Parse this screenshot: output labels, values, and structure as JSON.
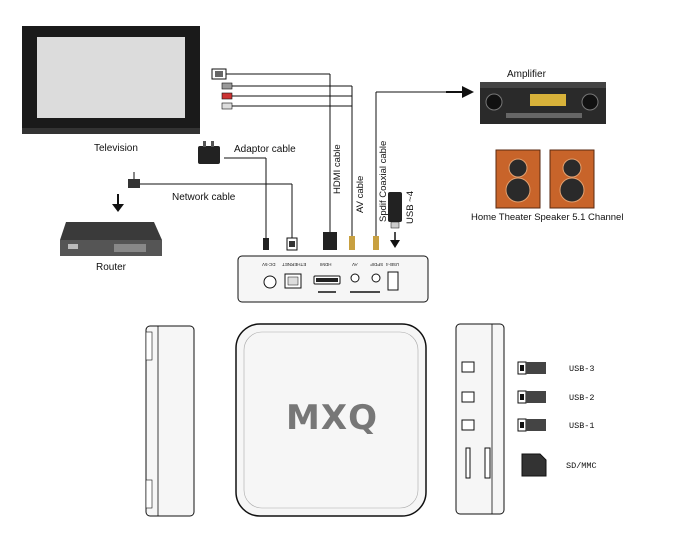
{
  "labels": {
    "television": "Television",
    "adaptor_cable": "Adaptor cable",
    "network_cable": "Network cable",
    "router": "Router",
    "hdmi_cable": "HDMI cable",
    "av_cable": "AV cable",
    "spdif_cable": "Spdif Coaxial cable",
    "usb4": "USB ~4",
    "amplifier": "Amplifier",
    "speakers": "Home Theater Speaker 5.1 Channel"
  },
  "ports": {
    "dc": "DC-5V",
    "ethernet": "ETHERNET",
    "hdmi": "HDMI",
    "av": "AV",
    "spdif": "SPDIF",
    "usb": "USB-4"
  },
  "side_ports": {
    "usb3": "USB-3",
    "usb2": "USB-2",
    "usb1": "USB-1",
    "sd": "SD/MMC"
  },
  "brand": {
    "logo": "MXQ"
  },
  "colors": {
    "line": "#111111",
    "screen": "#dcdcdc",
    "device": "#f4f4f4",
    "speaker": "#c8642a"
  }
}
